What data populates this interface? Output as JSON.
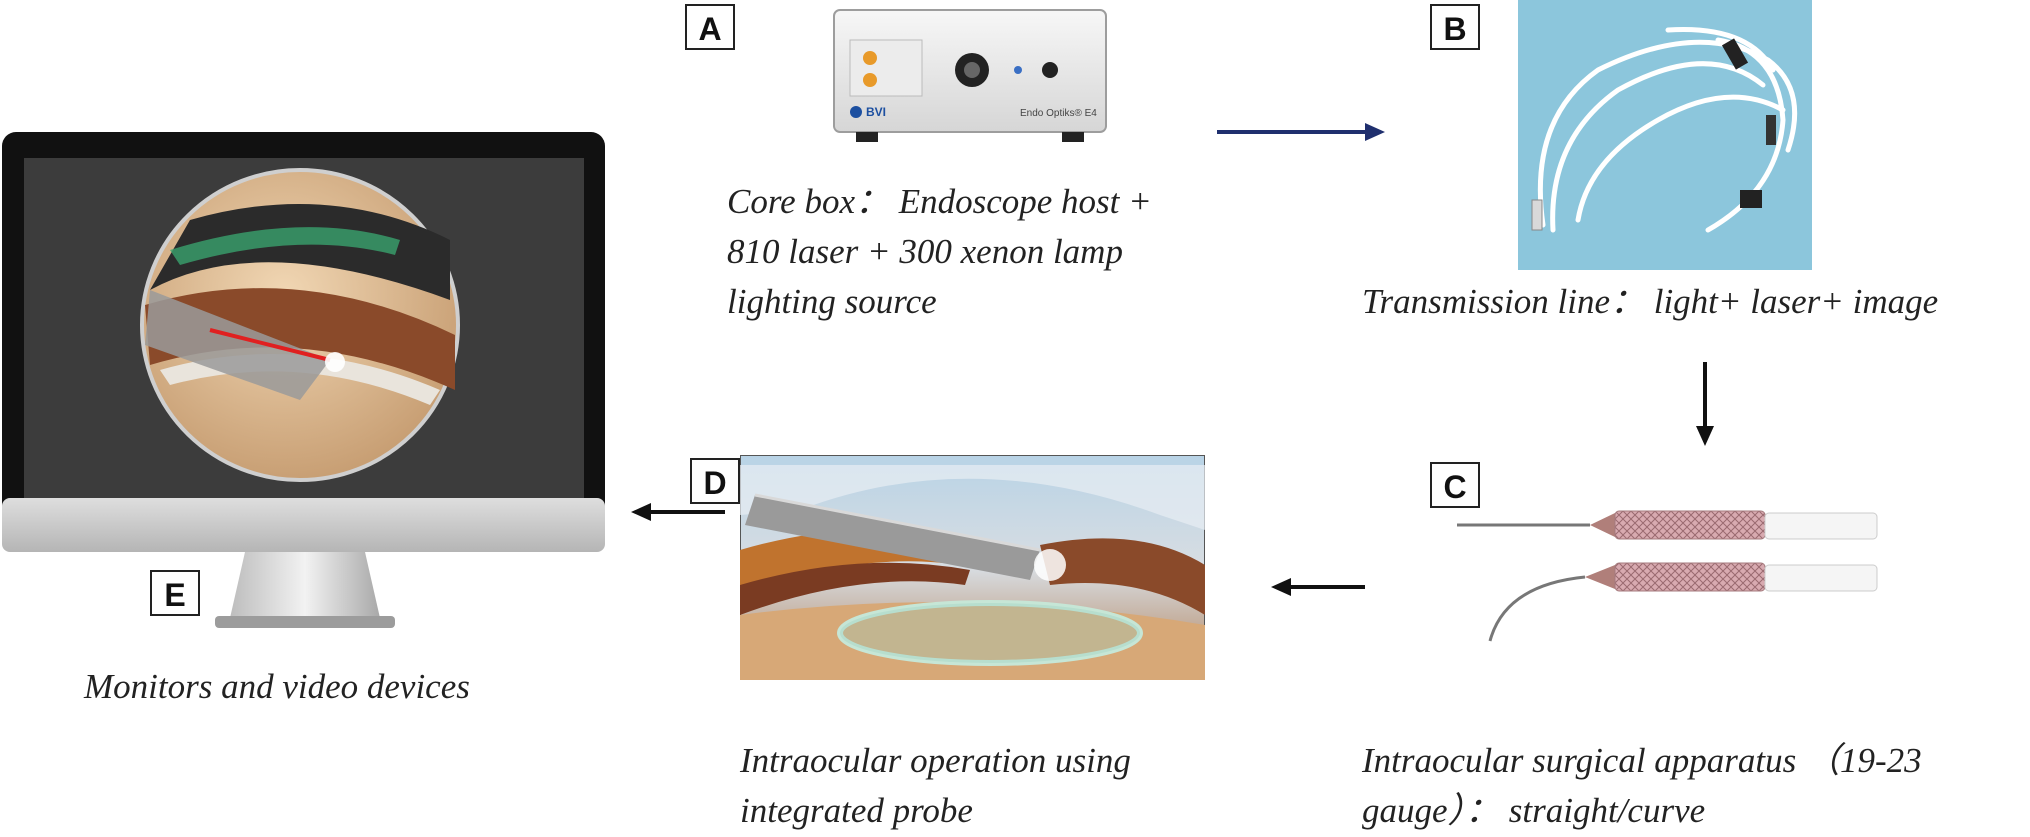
{
  "panels": {
    "a": {
      "letter": "A",
      "line1": "Core box： Endoscope host +",
      "line2": "810 laser + 300 xenon lamp",
      "line3": "lighting source"
    },
    "b": {
      "letter": "B",
      "line1": "Transmission line： light+ laser+ image"
    },
    "c": {
      "letter": "C",
      "line1": "Intraocular surgical apparatus （19-23",
      "line2": "gauge）： straight/curve"
    },
    "d": {
      "letter": "D",
      "line1": "Intraocular operation using",
      "line2": "integrated probe"
    },
    "e": {
      "letter": "E",
      "line1": "Monitors and video devices"
    }
  },
  "device": {
    "brand": "BVI",
    "model": "Endo Optiks® E4"
  },
  "colors": {
    "arrow_blue": "#1f2f6e",
    "arrow_black": "#111111",
    "photo_bg": "#8cc6dc"
  }
}
